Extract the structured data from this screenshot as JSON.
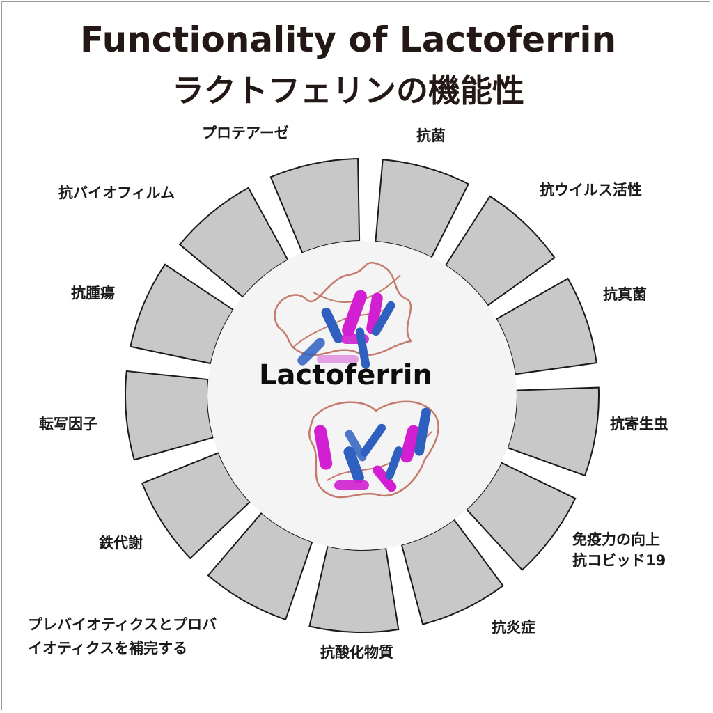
{
  "title_en": "Functionality of Lactoferrin",
  "title_jp": "ラクトフェリンの機能性",
  "center_label": "Lactoferrin",
  "functions": [
    {
      "line1": "抗菌",
      "line2": ""
    },
    {
      "line1": "抗ウイルス活性",
      "line2": ""
    },
    {
      "line1": "抗真菌",
      "line2": ""
    },
    {
      "line1": "抗寄生虫",
      "line2": ""
    },
    {
      "line1": "免疫力の向上",
      "line2": "抗コビッド19"
    },
    {
      "line1": "抗炎症",
      "line2": ""
    },
    {
      "line1": "抗酸化物質",
      "line2": ""
    },
    {
      "line1": "プレバイオティクスとプロバ",
      "line2": "イオティクスを補完する"
    },
    {
      "line1": "鉄代謝",
      "line2": ""
    },
    {
      "line1": "転写因子",
      "line2": ""
    },
    {
      "line1": "抗腫瘍",
      "line2": ""
    },
    {
      "line1": "抗バイオフィルム",
      "line2": ""
    },
    {
      "line1": "プロテアーゼ",
      "line2": ""
    }
  ],
  "colors": {
    "segment_fill": "#c8c8c8",
    "segment_stroke": "#1a1a1a",
    "center_fill": "#f4f4f4",
    "protein_magenta": "#d21fd2",
    "protein_blue": "#2f5fbf",
    "protein_coil": "#c47a6a"
  }
}
